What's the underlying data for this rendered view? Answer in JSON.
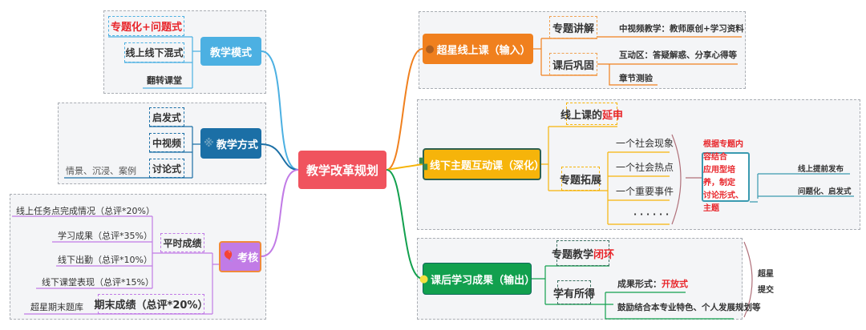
{
  "center": {
    "label": "教学改革规划",
    "color": "#f0535e"
  },
  "left": {
    "mode": {
      "label": "教学模式",
      "color": "#4cb0e2",
      "items": [
        "专题化+问题式",
        "线上线下混式",
        "翻转课堂"
      ]
    },
    "method": {
      "label": "教学方式",
      "color": "#1b6fa6",
      "items": [
        "启发式",
        "中视频",
        "讨论式"
      ],
      "note": "情景、沉浸、案例"
    },
    "assess": {
      "label": "考核",
      "color": "#c17be6",
      "regular": {
        "label": "平时成绩",
        "items": [
          "线上任务点完成情况（总评*20%）",
          "学习成果（总评*35%）",
          "线下出勤（总评*10%）",
          "线下课堂表现（总评*15%）"
        ]
      },
      "final": {
        "label": "期末成绩（总评*20%）",
        "note": "超星期末题库"
      }
    }
  },
  "right": {
    "online": {
      "label": "超星线上课（输入）",
      "color": "#f0801e",
      "b1": "专题讲解",
      "b1_note": "中视频教学：教师原创+学习资料",
      "b2": "课后巩固",
      "b2_notes": [
        "互动区：答疑解惑、分享心得等",
        "章节测验"
      ]
    },
    "offline": {
      "label": "线下主题互动课（深化）",
      "color": "#f6b40a",
      "b1_a": "线上课的",
      "b1_b": "延申",
      "b2": "专题拓展",
      "items": [
        "一个社会现象",
        "一个社会热点",
        "一个重要事件",
        "· · · · · ·"
      ],
      "summary": [
        "根据专题内容结合",
        "应用型培养，制定",
        "讨论形式、主题"
      ],
      "notes": [
        "线上提前发布",
        "问题化、启发式"
      ]
    },
    "output": {
      "label": "课后学习成果（输出）",
      "color": "#12a04e",
      "b1_a": "专题教学",
      "b1_b": "闭环",
      "b2": "学有所得",
      "n1_a": "成果形式：",
      "n1_b": "开放式",
      "n2": "鼓励结合本专业特色、个人发展规划等",
      "submit": [
        "超星",
        "提交"
      ]
    }
  }
}
